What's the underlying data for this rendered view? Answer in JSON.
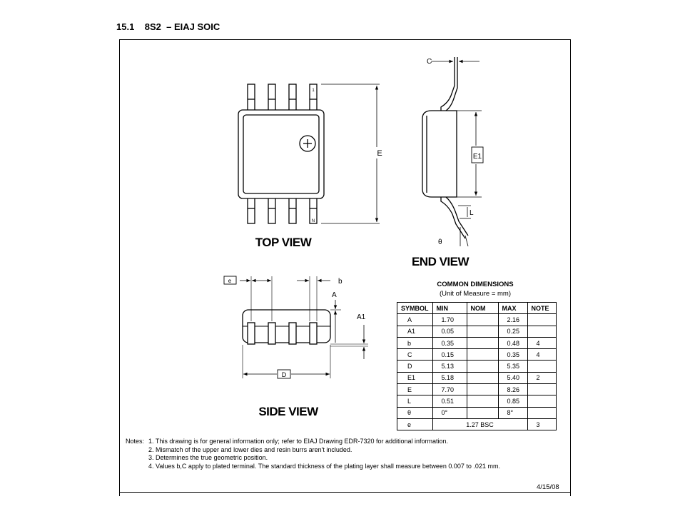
{
  "heading": "15.1    8S2  – EIAJ SOIC",
  "views": {
    "top": "TOP VIEW",
    "end": "END VIEW",
    "side": "SIDE VIEW"
  },
  "pin_labels": {
    "first": "1",
    "last": "N"
  },
  "dim_labels": {
    "E": "E",
    "E1": "E1",
    "C": "C",
    "L": "L",
    "theta": "θ",
    "e": "e",
    "b": "b",
    "A": "A",
    "A1": "A1",
    "D": "D"
  },
  "table": {
    "title": "COMMON DIMENSIONS",
    "subtitle": "(Unit of Measure = mm)",
    "headers": [
      "SYMBOL",
      "MIN",
      "NOM",
      "MAX",
      "NOTE"
    ],
    "rows": [
      {
        "symbol": "A",
        "min": "1.70",
        "nom": "",
        "max": "2.16",
        "note": ""
      },
      {
        "symbol": "A1",
        "min": "0.05",
        "nom": "",
        "max": "0.25",
        "note": ""
      },
      {
        "symbol": "b",
        "min": "0.35",
        "nom": "",
        "max": "0.48",
        "note": "4"
      },
      {
        "symbol": "C",
        "min": "0.15",
        "nom": "",
        "max": "0.35",
        "note": "4"
      },
      {
        "symbol": "D",
        "min": "5.13",
        "nom": "",
        "max": "5.35",
        "note": ""
      },
      {
        "symbol": "E1",
        "min": "5.18",
        "nom": "",
        "max": "5.40",
        "note": "2"
      },
      {
        "symbol": "E",
        "min": "7.70",
        "nom": "",
        "max": "8.26",
        "note": ""
      },
      {
        "symbol": "L",
        "min": "0.51",
        "nom": "",
        "max": "0.85",
        "note": ""
      },
      {
        "symbol": "θ",
        "min": "0°",
        "nom": "",
        "max": "8°",
        "note": ""
      },
      {
        "symbol": "e",
        "span": "1.27 BSC",
        "note": "3"
      }
    ]
  },
  "notes": {
    "label": "Notes:",
    "items": [
      "1. This drawing is for general information only; refer to EIAJ Drawing EDR-7320 for additional information.",
      "2. Mismatch of the upper and lower dies and resin burrs aren't included.",
      "3. Determines the true geometric position.",
      "4. Values b,C apply to plated terminal.  The standard thickness of the plating layer shall measure between 0.007 to .021 mm."
    ]
  },
  "date": "4/15/08"
}
